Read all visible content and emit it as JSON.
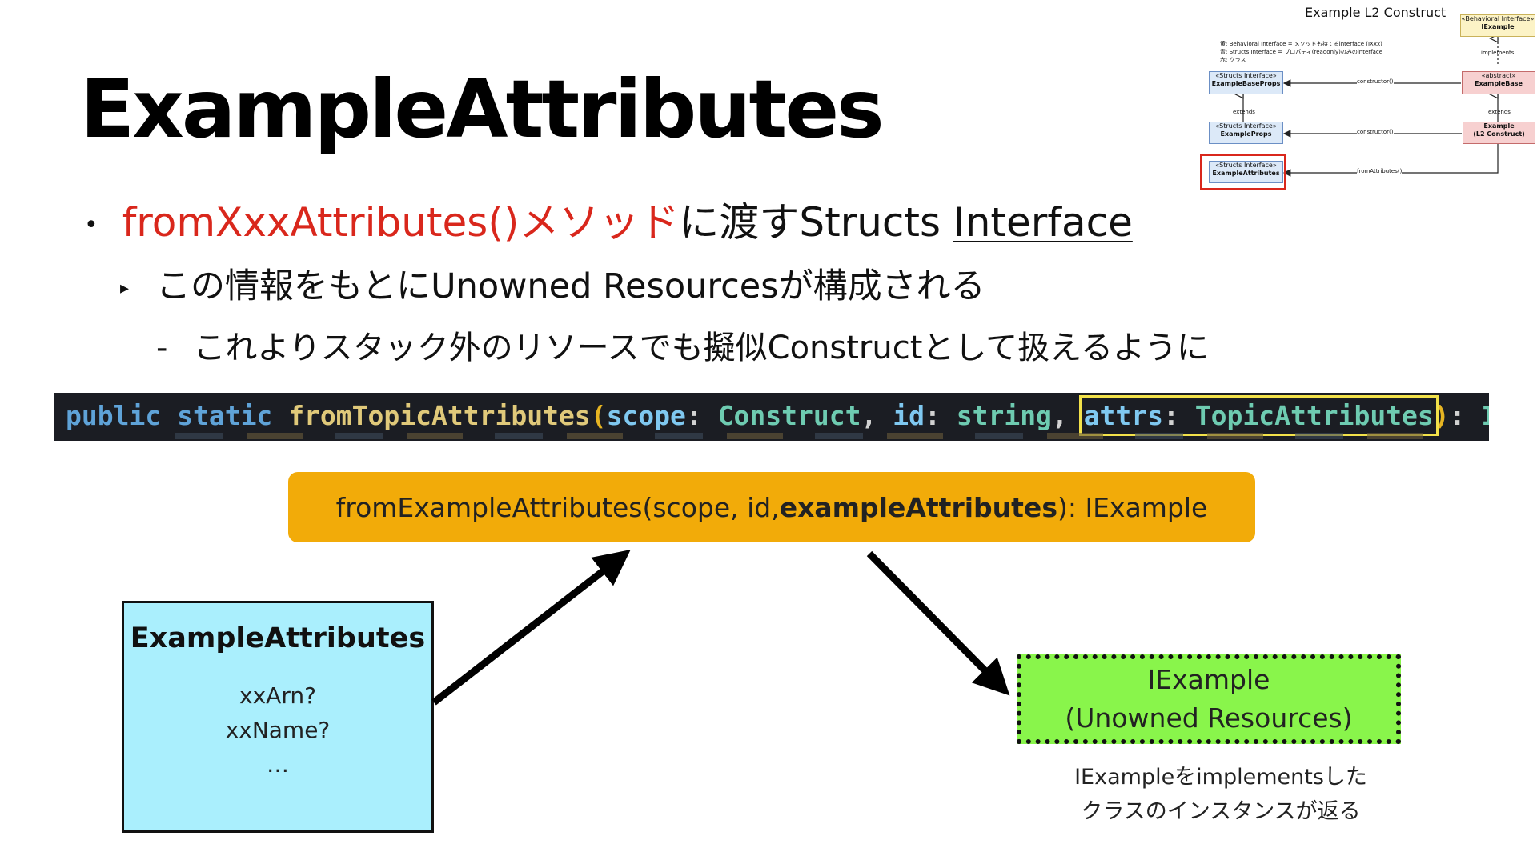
{
  "slide": {
    "title": "ExampleAttributes",
    "bullets": [
      {
        "marker": "•",
        "red_text": "fromXxxAttributes()メソッド",
        "text": "に渡すStructs ",
        "underlined": "Interface"
      },
      {
        "marker": "▸",
        "text": "この情報をもとにUnowned Resourcesが構成される"
      },
      {
        "marker": "-",
        "text": "これよりスタック外のリソースでも擬似Constructとして扱えるように"
      }
    ]
  },
  "code": {
    "kw1": "public",
    "kw2": "static",
    "method": "fromTopicAttributes",
    "open": "(",
    "p1": "scope",
    "colon": ":",
    "t1": "Construct",
    "comma": ",",
    "p2": "id",
    "t2": "string",
    "p3": "attrs",
    "t3": "TopicAttributes",
    "close": ")",
    "ret": "ITopic",
    "brace": "{"
  },
  "diagram": {
    "method_prefix": "fromExampleAttributes(scope, id, ",
    "method_bold": "exampleAttributes",
    "method_suffix": "): IExample",
    "attr_box": {
      "title": "ExampleAttributes",
      "fields": [
        "xxArn?",
        "xxName?",
        "…"
      ]
    },
    "result_box": {
      "line1": "IExample",
      "line2": "(Unowned Resources)"
    },
    "caption_line1": "IExampleをimplementsした",
    "caption_line2": "クラスのインスタンスが返る",
    "colors": {
      "method_box": "#f2ab09",
      "attr_box": "#aaeffd",
      "result_box": "#89f54b",
      "accent_red": "#d9271c",
      "highlight_yellow": "#f2e14a"
    }
  },
  "thumbnail": {
    "title": "Example L2 Construct",
    "legend": [
      "黄: Behavioral Interface = メソッドも持てるinterface (IXxx)",
      "青: Structs Interface = プロパティ(readonly)のみのinterface",
      "赤: クラス"
    ],
    "boxes": {
      "iexample_stereo": "«Behavioral Interface»",
      "iexample_name": "IExample",
      "base_stereo": "«abstract»",
      "base_name": "ExampleBase",
      "example_name": "Example",
      "example_sub": "(L2 Construct)",
      "baseprops_stereo": "«Structs Interface»",
      "baseprops_name": "ExampleBaseProps",
      "props_stereo": "«Structs Interface»",
      "props_name": "ExampleProps",
      "attrs_stereo": "«Structs Interface»",
      "attrs_name": "ExampleAttributes"
    },
    "labels": {
      "implements": "implements",
      "extends": "extends",
      "constructor": "constructor()",
      "from_attributes": "fromAttributes()"
    }
  }
}
